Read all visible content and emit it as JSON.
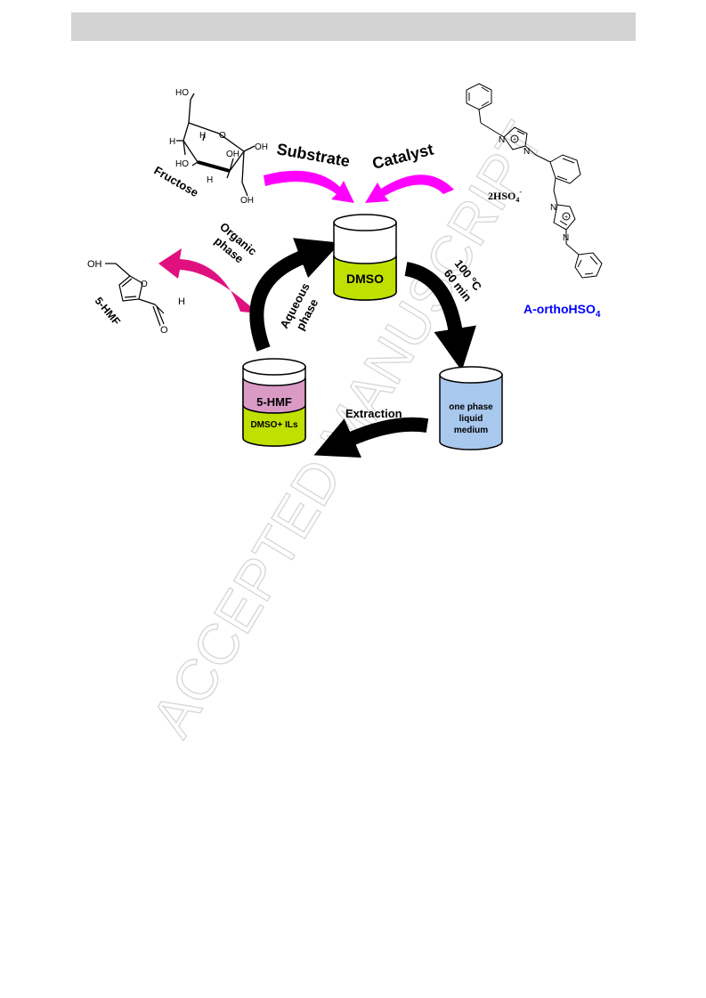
{
  "labels": {
    "substrate": "Substrate",
    "catalyst": "Catalyst",
    "fructose": "Fructose",
    "organic_phase_1": "Organic",
    "organic_phase_2": "phase",
    "aqueous_phase_1": "Aqueous",
    "aqueous_phase_2": "phase",
    "temperature": "100 °C",
    "time": "60 min",
    "extraction": "Extraction",
    "hmf_product": "5-HMF",
    "catalyst_name_main": "A-orthoHSO",
    "catalyst_name_sub": "4",
    "counter_ion_main": "2HSO",
    "counter_ion_sub": "4",
    "counter_ion_sup": "-"
  },
  "vessels": {
    "dmso": {
      "label": "DMSO"
    },
    "one_phase": {
      "line1": "one phase",
      "line2": "liquid",
      "line3": "medium"
    },
    "biphasic": {
      "top_label": "5-HMF",
      "bottom_label": "DMSO+ ILs"
    }
  },
  "fructose_atoms": {
    "ho_top": "HO",
    "o_ring": "O",
    "oh_right": "OH",
    "h_left": "H",
    "h_upper": "H",
    "ho_mid": "HO",
    "oh_mid": "OH",
    "h_lower": "H",
    "oh_bottom": "OH"
  },
  "hmf_atoms": {
    "oh": "OH",
    "o_ring": "O",
    "h": "H",
    "o_carbonyl": "O"
  },
  "catalyst_atoms": {
    "n_top_1": "N",
    "n_top_2": "N",
    "plus_top": "+",
    "n_bot_1": "N",
    "n_bot_2": "N",
    "plus_bot": "+"
  },
  "watermark": "ACCEPTED MANUSCRIPT",
  "colors": {
    "header_bar": "#d3d3d3",
    "magenta_arrow": "#ff00ff",
    "pink_arrow": "#e0117f",
    "cycle_arrow": "#000000",
    "dmso_fill": "#bfe000",
    "one_phase_fill": "#a9c8ee",
    "hmf_layer_fill": "#d99ac4",
    "catalyst_label": "#0000ff",
    "watermark": "#d6d6d6"
  }
}
